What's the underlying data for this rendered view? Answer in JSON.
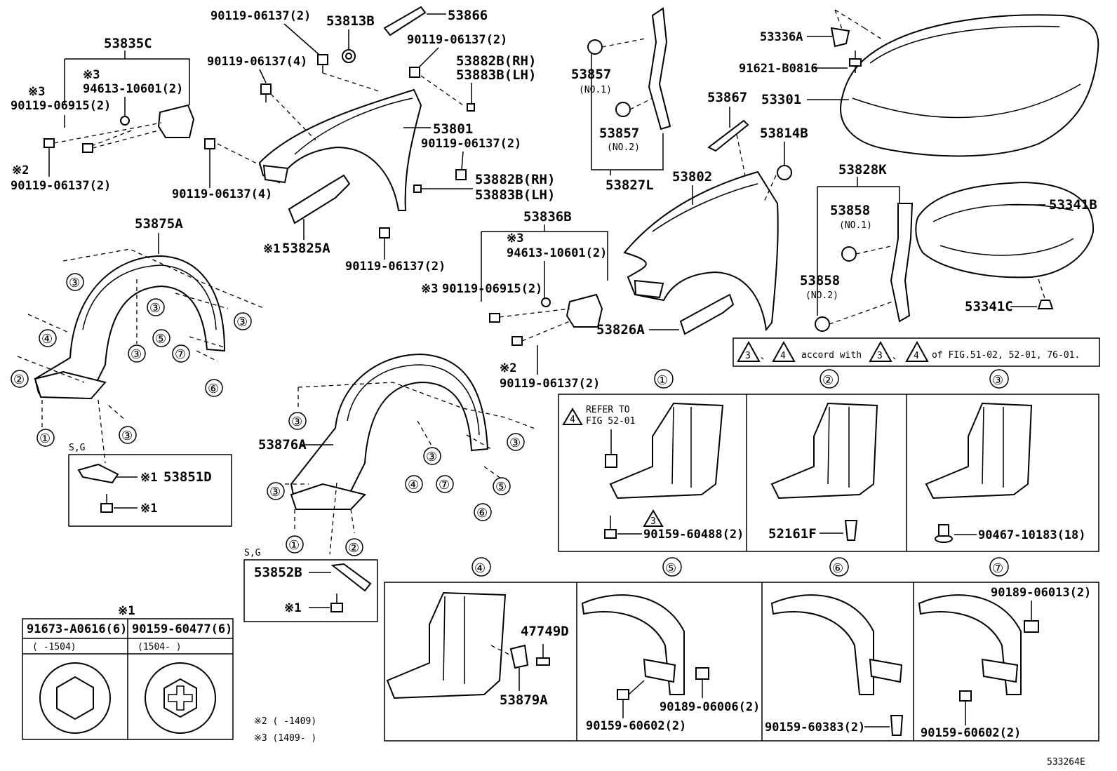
{
  "diagram_id": "533264E",
  "callouts": {
    "p53835C": "53835C",
    "p53813B": "53813B",
    "p53866": "53866",
    "p90119_06137_2a": "90119-06137(2)",
    "p90119_06137_2b": "90119-06137(2)",
    "p90119_06137_4a": "90119-06137(4)",
    "p53882B_RH_a": "53882B(RH)",
    "p53883B_LH_a": "53883B(LH)",
    "p94613_a": "94613-10601(2)",
    "p90119_06915_a": "90119-06915(2)",
    "p53801": "53801",
    "p90119_06137_2c": "90119-06137(2)",
    "p53882B_RH_b": "53882B(RH)",
    "p53883B_LH_b": "53883B(LH)",
    "p90119_06137_2d": "90119-06137(2)",
    "p90119_06137_4b": "90119-06137(4)",
    "p53825A": "53825A",
    "p90119_06137_2e": "90119-06137(2)",
    "p53857a": "53857",
    "p53857a_sub": "(NO.1)",
    "p53857b": "53857",
    "p53857b_sub": "(NO.2)",
    "p53827L": "53827L",
    "p53867": "53867",
    "p53814B": "53814B",
    "p53802": "53802",
    "p53336A": "53336A",
    "p91621": "91621-B0816",
    "p53301": "53301",
    "p53828K": "53828K",
    "p53858a": "53858",
    "p53858a_sub": "(NO.1)",
    "p53858b": "53858",
    "p53858b_sub": "(NO.2)",
    "p53341B": "53341B",
    "p53341C": "53341C",
    "p53836B": "53836B",
    "p94613_b": "94613-10601(2)",
    "p90119_06915_b": "90119-06915(2)",
    "p53826A": "53826A",
    "p90119_06137_2f": "90119-06137(2)",
    "p53875A": "53875A",
    "p53876A": "53876A",
    "p53851D": "53851D",
    "p53852B": "53852B",
    "p90159_60488": "90159-60488(2)",
    "p52161F": "52161F",
    "p90467": "90467-10183(18)",
    "p47749D": "47749D",
    "p53879A": "53879A",
    "p90189_06006": "90189-06006(2)",
    "p90159_60602a": "90159-60602(2)",
    "p90159_60383": "90159-60383(2)",
    "p90189_06013": "90189-06013(2)",
    "p90159_60602b": "90159-60602(2)"
  },
  "marks": {
    "m1": "※1",
    "m2": "※2",
    "m3": "※3",
    "sg": "S,G"
  },
  "circled": {
    "c1": "①",
    "c2": "②",
    "c3": "③",
    "c4": "④",
    "c5": "⑤",
    "c6": "⑥",
    "c7": "⑦"
  },
  "accord_note": {
    "n3": "3",
    "n4": "4",
    "sep": "、",
    "text1": "accord with",
    "text2": "of FIG.51-02, 52-01, 76-01."
  },
  "refer_note": {
    "line1": "REFER TO",
    "line2": "FIG 52-01",
    "tri4": "4",
    "tri3": "3"
  },
  "fastener_table": {
    "title": "※1",
    "headers": [
      "91673-A0616(6)",
      "90159-60477(6)"
    ],
    "ranges": [
      "(      -1504)",
      "(1504-      )"
    ]
  },
  "footnotes": {
    "f2": "※2 (       -1409)",
    "f3": "※3 (1409-       )"
  }
}
